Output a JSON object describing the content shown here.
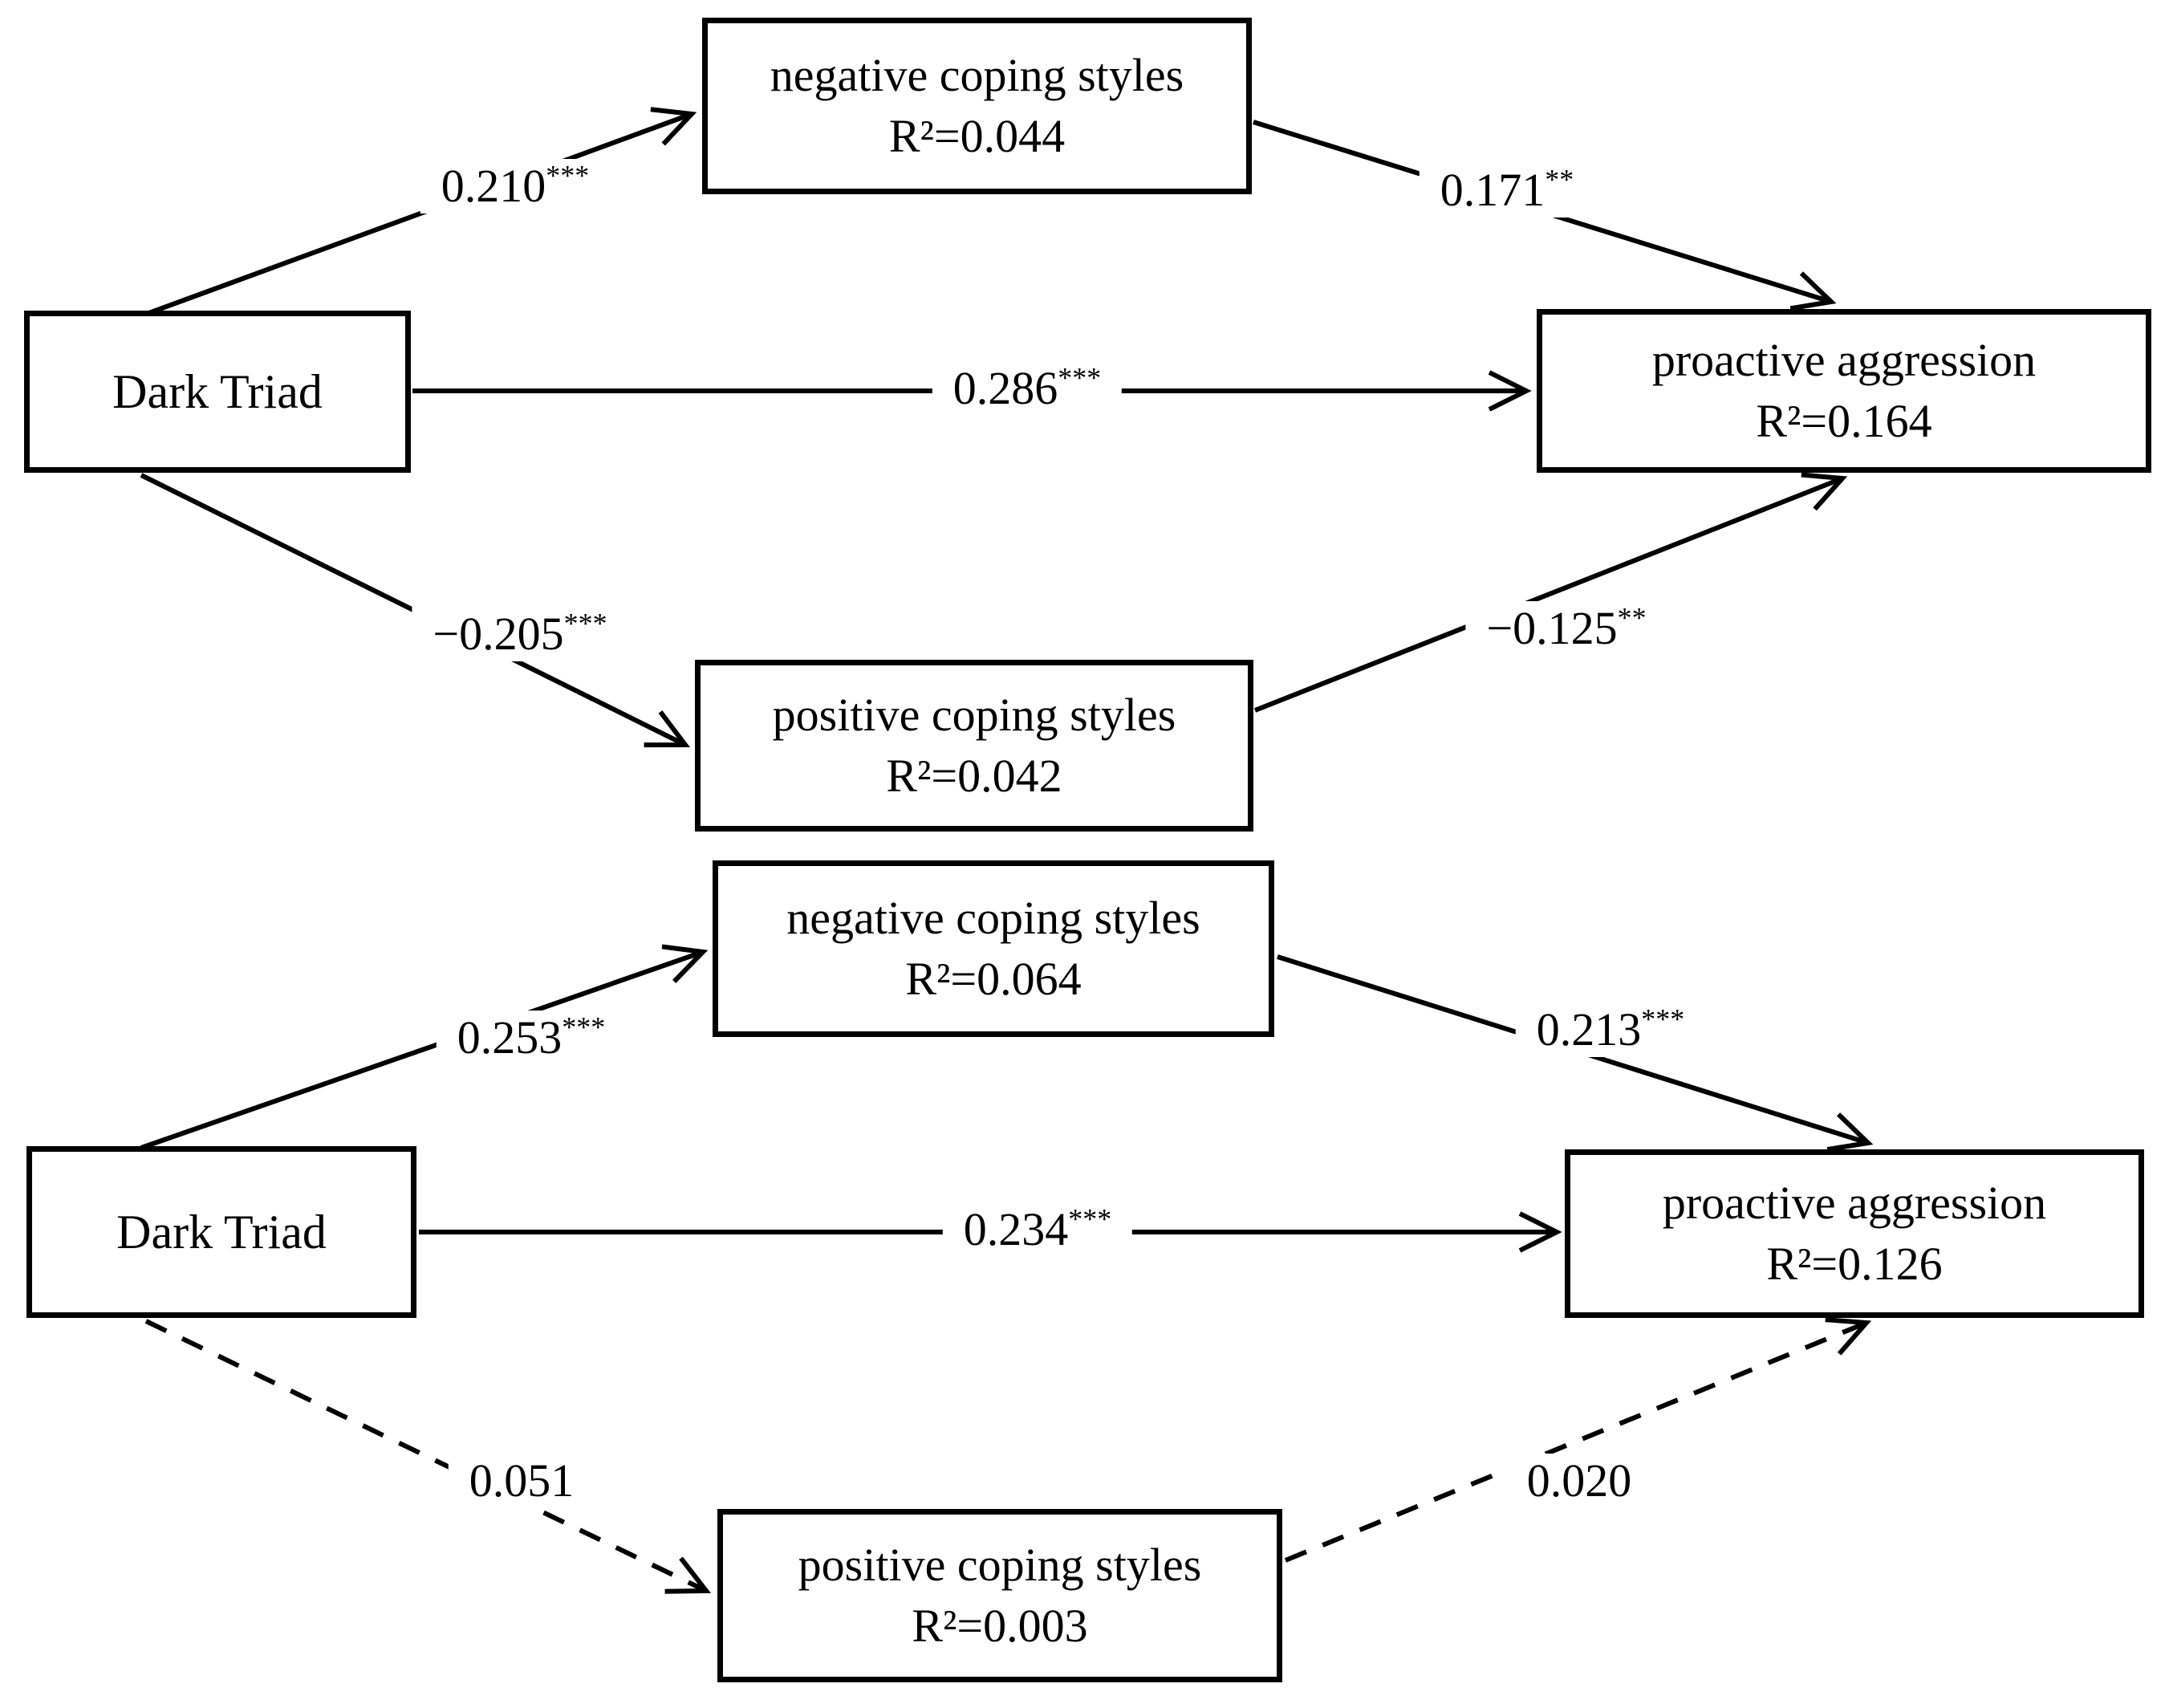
{
  "colors": {
    "line": "#000000",
    "text": "#000000",
    "background": "#ffffff"
  },
  "nodes": {
    "dt1": {
      "label": "Dark Triad"
    },
    "nc1": {
      "label": "negative coping styles",
      "r2": "R²=0.044"
    },
    "pc1": {
      "label": "positive coping styles",
      "r2": "R²=0.042"
    },
    "pa1": {
      "label": "proactive aggression",
      "r2": "R²=0.164"
    },
    "dt2": {
      "label": "Dark Triad"
    },
    "nc2": {
      "label": "negative coping styles",
      "r2": "R²=0.064"
    },
    "pc2": {
      "label": "positive coping styles",
      "r2": "R²=0.003"
    },
    "pa2": {
      "label": "proactive aggression",
      "r2": "R²=0.126"
    }
  },
  "coefficients": {
    "dt1_nc1": {
      "value": "0.210",
      "stars": "***"
    },
    "nc1_pa1": {
      "value": "0.171",
      "stars": "**"
    },
    "dt1_pa1": {
      "value": "0.286",
      "stars": "***"
    },
    "dt1_pc1": {
      "value": "−0.205",
      "stars": "***"
    },
    "pc1_pa1": {
      "value": "−0.125",
      "stars": "**"
    },
    "dt2_nc2": {
      "value": "0.253",
      "stars": "***"
    },
    "nc2_pa2": {
      "value": "0.213",
      "stars": "***"
    },
    "dt2_pa2": {
      "value": "0.234",
      "stars": "***"
    },
    "dt2_pc2": {
      "value": "0.051",
      "stars": ""
    },
    "pc2_pa2": {
      "value": "0.020",
      "stars": ""
    }
  }
}
